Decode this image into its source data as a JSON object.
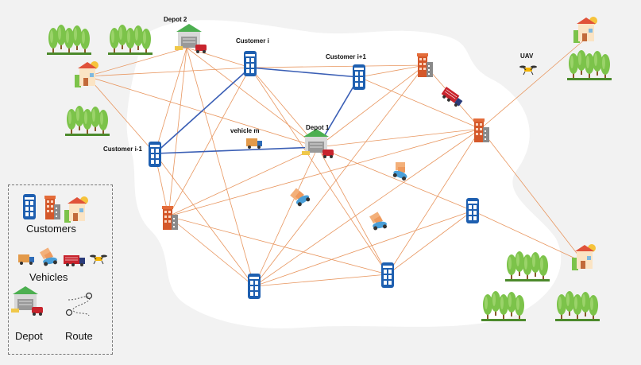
{
  "labels": {
    "depot2": "Depot 2",
    "depot1": "Depot 1",
    "customer_i": "Customer i",
    "customer_i_plus_1": "Customer i+1",
    "customer_i_minus_1": "Customer i-1",
    "vehicle_m": "vehicle m",
    "uav": "UAV"
  },
  "legend": {
    "customers": "Customers",
    "vehicles": "Vehicles",
    "depot": "Depot",
    "route": "Route"
  },
  "colors": {
    "route_line": "#e8965f",
    "highlight_route": "#3b5fb5",
    "phone_booth": "#1e5fb0",
    "building": "#d4582a",
    "tree": "#7cc34a",
    "house_roof": "#e0523a",
    "depot_roof": "#4caf50",
    "truck": "#c8242d"
  }
}
